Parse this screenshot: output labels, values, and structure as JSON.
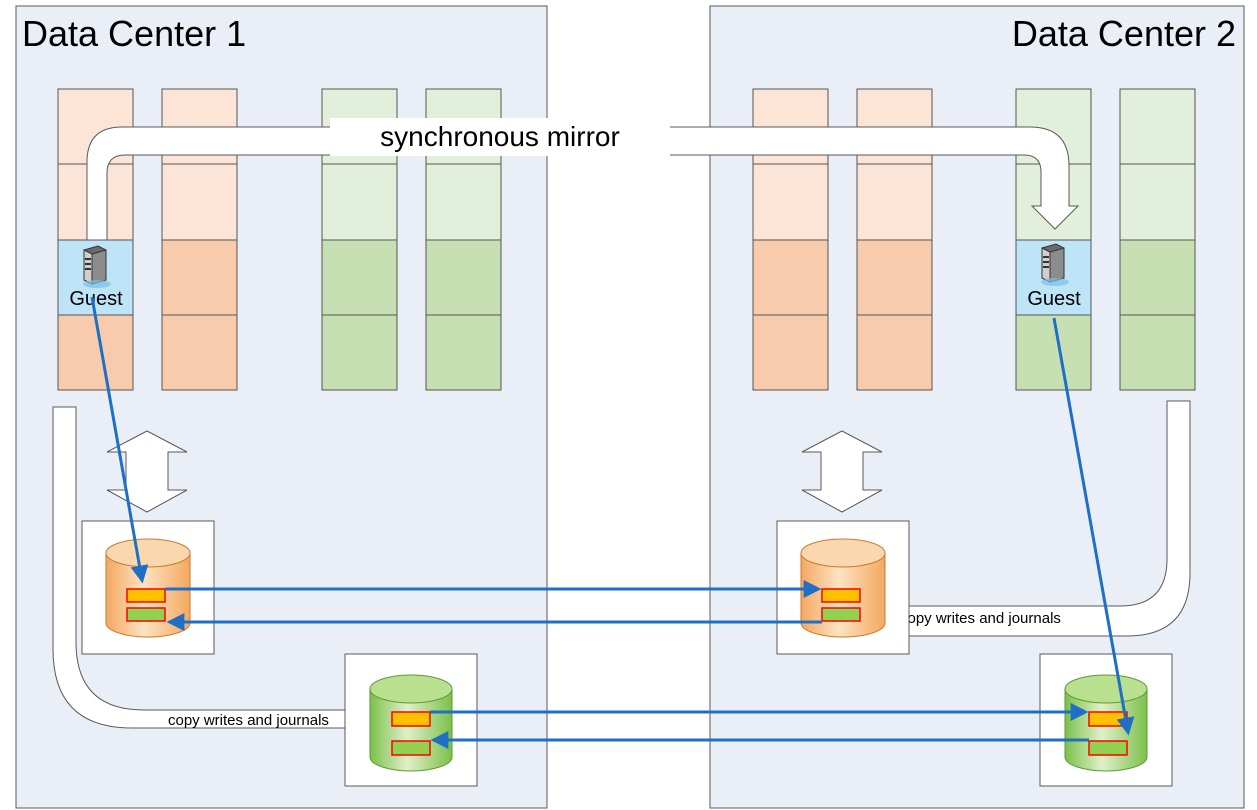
{
  "data_centers": [
    {
      "title": "Data Center 1"
    },
    {
      "title": "Data Center 2"
    }
  ],
  "labels": {
    "sync_mirror": "synchronous mirror",
    "guest_dc1": "Guest",
    "guest_dc2": "Guest",
    "copy_writes_dc1": "copy writes and journals",
    "copy_writes_dc2": "copy writes and journals"
  },
  "colors": {
    "panel_fill": "#eaeff7",
    "panel_stroke": "#595959",
    "orange_light": "#fce4d6",
    "orange_dark": "#f8cbad",
    "green_light": "#e2efda",
    "green_dark": "#c6e0b4",
    "guest_fill": "#bde4f7",
    "blue_arrow": "#1f6fc6",
    "journal_red": "#ff0000",
    "journal_yellow": "#ffc000",
    "journal_green": "#92d050"
  },
  "icons": [
    "server-icon",
    "database-icon",
    "double-arrow-icon"
  ]
}
